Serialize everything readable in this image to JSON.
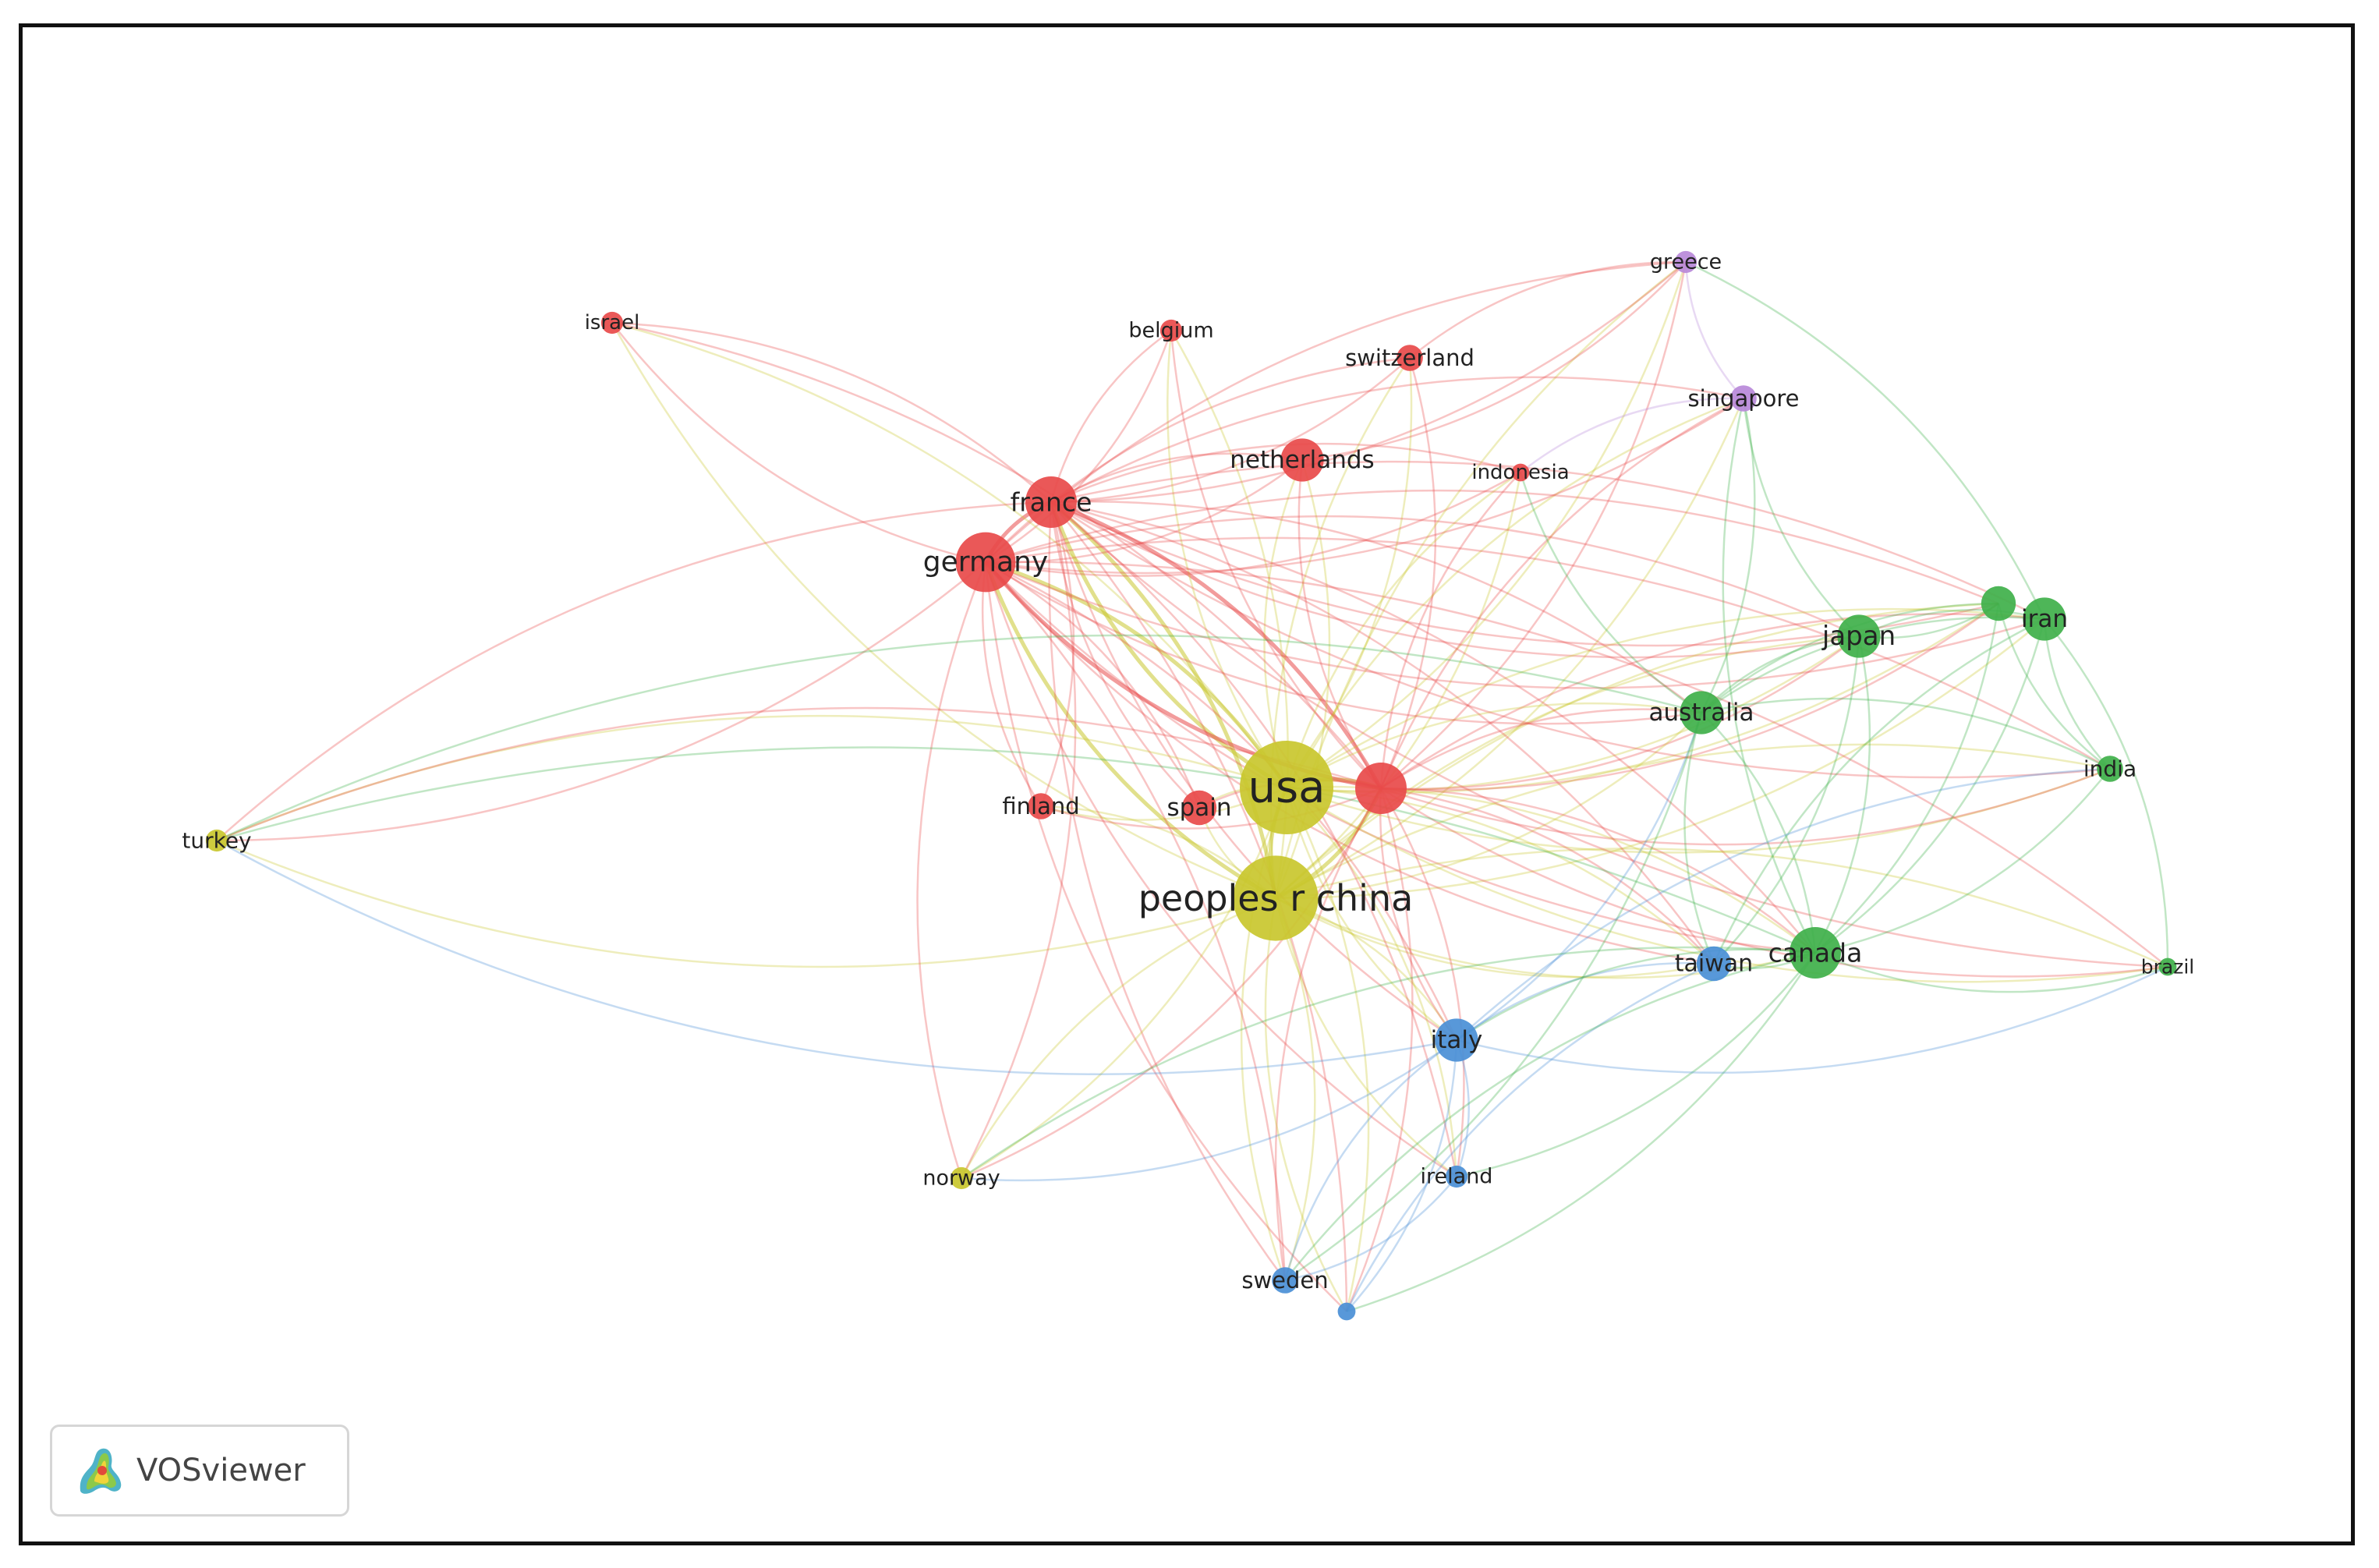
{
  "network": {
    "clusters": {
      "1": "#e84a4a",
      "2": "#3fb04a",
      "3": "#4a8fd6",
      "4": "#c9c72e",
      "5": "#b889d9"
    },
    "nodes": [
      {
        "id": "usa",
        "label": "usa",
        "cluster": 4,
        "weight": 10
      },
      {
        "id": "china",
        "label": "peoples r china",
        "cluster": 4,
        "weight": 9
      },
      {
        "id": "unlabeled-red",
        "label": "",
        "cluster": 1,
        "weight": 5
      },
      {
        "id": "germany",
        "label": "germany",
        "cluster": 1,
        "weight": 6
      },
      {
        "id": "france",
        "label": "france",
        "cluster": 1,
        "weight": 5
      },
      {
        "id": "netherlands",
        "label": "netherlands",
        "cluster": 1,
        "weight": 4
      },
      {
        "id": "switzerland",
        "label": "switzerland",
        "cluster": 1,
        "weight": 2
      },
      {
        "id": "belgium",
        "label": "belgium",
        "cluster": 1,
        "weight": 1.5
      },
      {
        "id": "israel",
        "label": "israel",
        "cluster": 1,
        "weight": 1.5
      },
      {
        "id": "finland",
        "label": "finland",
        "cluster": 1,
        "weight": 2
      },
      {
        "id": "spain",
        "label": "spain",
        "cluster": 1,
        "weight": 3
      },
      {
        "id": "indonesia",
        "label": "indonesia",
        "cluster": 1,
        "weight": 1
      },
      {
        "id": "greece",
        "label": "greece",
        "cluster": 5,
        "weight": 1.5
      },
      {
        "id": "singapore",
        "label": "singapore",
        "cluster": 5,
        "weight": 2
      },
      {
        "id": "japan",
        "label": "japan",
        "cluster": 2,
        "weight": 4
      },
      {
        "id": "iran",
        "label": "iran",
        "cluster": 2,
        "weight": 4
      },
      {
        "id": "unlabeled-green",
        "label": "",
        "cluster": 2,
        "weight": 3
      },
      {
        "id": "australia",
        "label": "australia",
        "cluster": 2,
        "weight": 4
      },
      {
        "id": "india",
        "label": "india",
        "cluster": 2,
        "weight": 2
      },
      {
        "id": "canada",
        "label": "canada",
        "cluster": 2,
        "weight": 5
      },
      {
        "id": "brazil",
        "label": "brazil",
        "cluster": 2,
        "weight": 1
      },
      {
        "id": "taiwan",
        "label": "taiwan",
        "cluster": 3,
        "weight": 3
      },
      {
        "id": "italy",
        "label": "italy",
        "cluster": 3,
        "weight": 4
      },
      {
        "id": "ireland",
        "label": "ireland",
        "cluster": 3,
        "weight": 1.5
      },
      {
        "id": "sweden",
        "label": "sweden",
        "cluster": 3,
        "weight": 2
      },
      {
        "id": "unlabeled-blue",
        "label": "",
        "cluster": 3,
        "weight": 1
      },
      {
        "id": "turkey",
        "label": "turkey",
        "cluster": 4,
        "weight": 1.5
      },
      {
        "id": "norway",
        "label": "norway",
        "cluster": 4,
        "weight": 1.5
      }
    ]
  },
  "branding": {
    "logo_text": "VOSviewer",
    "logo_icon": "vosviewer-logo-icon"
  }
}
